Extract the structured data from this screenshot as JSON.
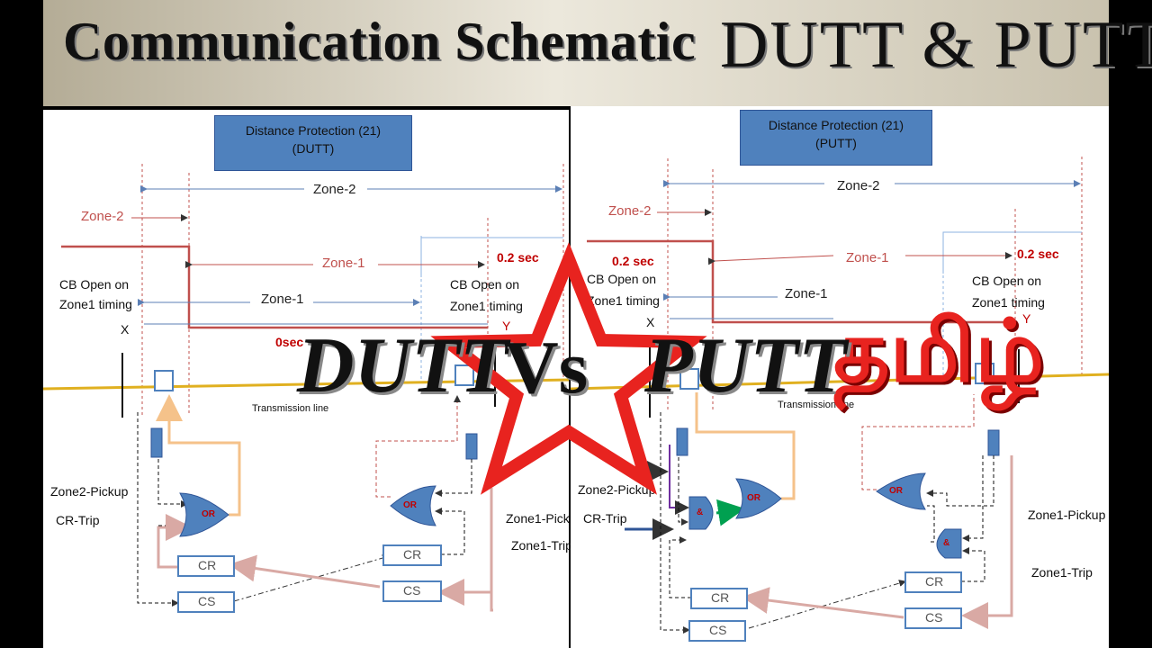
{
  "banner": {
    "title": "Communication Schematic",
    "subtitle": "DUTT  &  PUTT"
  },
  "overlay": {
    "left_word": "DUTT",
    "vs": "Vs",
    "right_word": "PUTT",
    "tamil": "தமிழ்",
    "star_color": "#e8231f"
  },
  "left_panel": {
    "title_line1": "Distance Protection (21)",
    "title_line2": "(DUTT)",
    "zone2_top": "Zone-2",
    "zone2_side": "Zone-2",
    "zone1_red": "Zone-1",
    "zone1_mid": "Zone-1",
    "cb_open_left": "CB Open on",
    "cb_open_left_2": "Zone1 timing",
    "cb_open_right": "CB Open on",
    "cb_open_right_2": "Zone1 timing",
    "sec_right": "0.2  sec",
    "sec_zero": "0sec",
    "bus_x": "X",
    "bus_y": "Y",
    "transmission": "Transmission line",
    "zone2_pickup": "Zone2-Pickup",
    "cr_trip": "CR-Trip",
    "zone1_pickup": "Zone1-Pick",
    "zone1_trip": "Zone1-Trip",
    "or_left": "OR",
    "or_right": "OR",
    "cr_left": "CR",
    "cs_left": "CS",
    "cr_right": "CR",
    "cs_right": "CS"
  },
  "right_panel": {
    "title_line1": "Distance Protection (21)",
    "title_line2": "(PUTT)",
    "zone2_top": "Zone-2",
    "zone2_side": "Zone-2",
    "zone1_red": "Zone-1",
    "zone1_mid": "Zone-1",
    "sec_left": "0.2  sec",
    "sec_right": "0.2  sec",
    "cb_open_left": "CB Open on",
    "cb_open_left_2": "Zone1 timing",
    "cb_open_right": "CB Open on",
    "cb_open_right_2": "Zone1 timing",
    "bus_x": "X",
    "bus_y": "Y",
    "transmission": "Transmission line",
    "zone2_pickup": "Zone2-Pickup",
    "cr_trip": "CR-Trip",
    "zone1_pickup": "Zone1-Pickup",
    "zone1_trip": "Zone1-Trip",
    "and_left": "&",
    "or_left": "OR",
    "or_right": "OR",
    "and_right": "&",
    "cr_left": "CR",
    "cs_left": "CS",
    "cr_right": "CR",
    "cs_right": "CS"
  }
}
